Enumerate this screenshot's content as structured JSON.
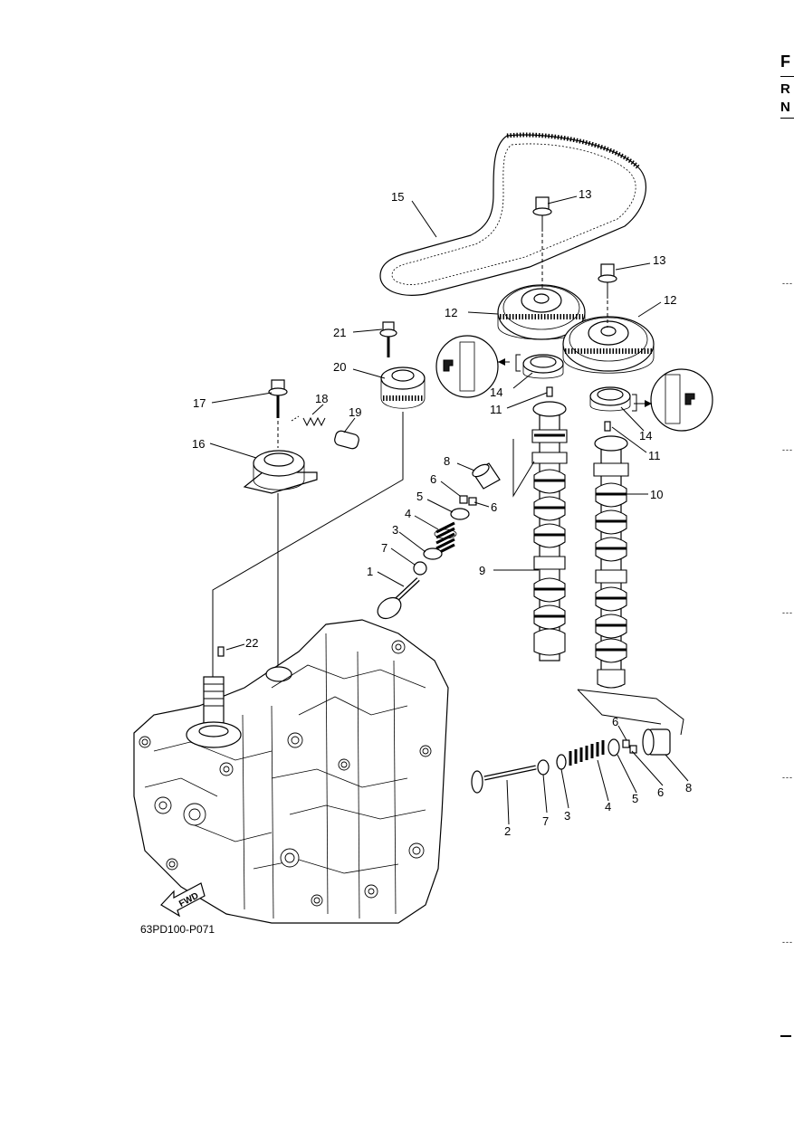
{
  "side_tabs": {
    "letter_1": "F",
    "letter_2": "R",
    "letter_3": "N"
  },
  "diagram": {
    "drawing_code": "63PD100-P071",
    "fwd_label": "FWD",
    "callouts": {
      "c1": "1",
      "c2": "2",
      "c3a": "3",
      "c3b": "3",
      "c4a": "4",
      "c4b": "4",
      "c5a": "5",
      "c5b": "5",
      "c6a": "6",
      "c6b": "6",
      "c6c": "6",
      "c6d": "6",
      "c7a": "7",
      "c7b": "7",
      "c8a": "8",
      "c8b": "8",
      "c9": "9",
      "c10": "10",
      "c11a": "11",
      "c11b": "11",
      "c12a": "12",
      "c12b": "12",
      "c13a": "13",
      "c13b": "13",
      "c14a": "14",
      "c14b": "14",
      "c15": "15",
      "c16": "16",
      "c17": "17",
      "c18": "18",
      "c19": "19",
      "c20": "20",
      "c21": "21",
      "c22": "22"
    }
  }
}
